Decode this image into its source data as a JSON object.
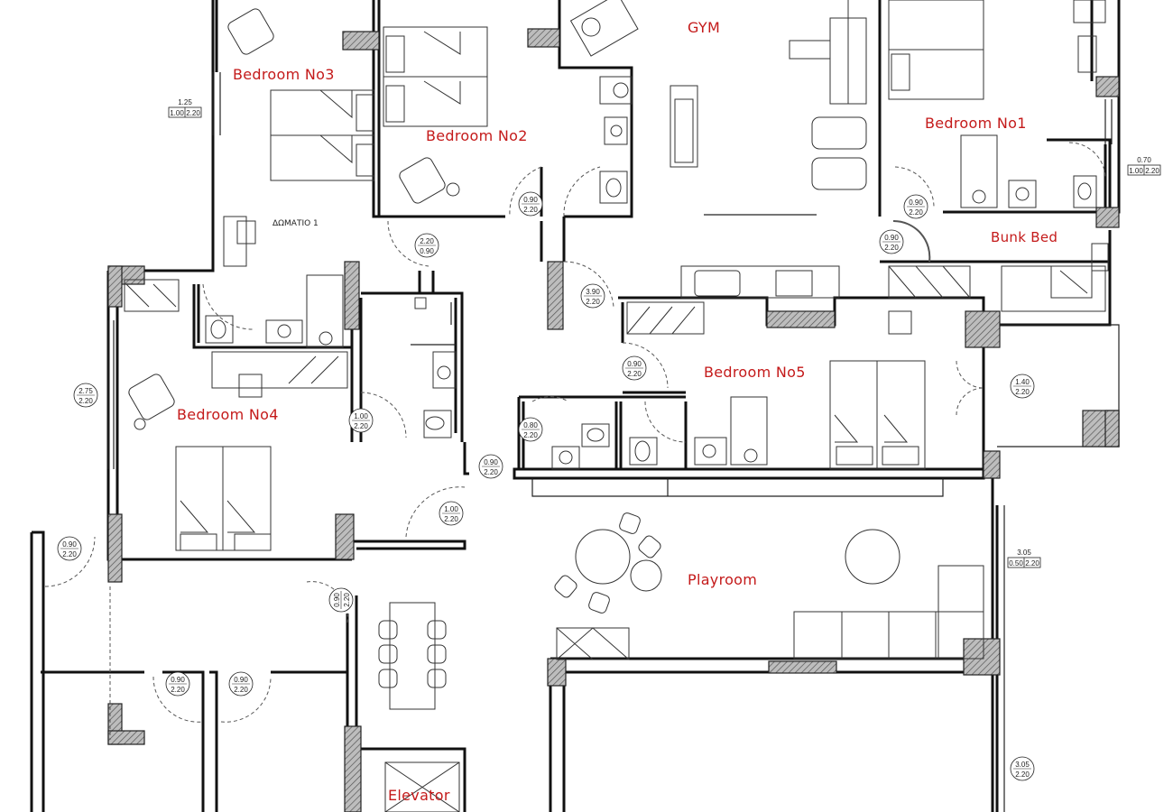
{
  "rooms": {
    "bedroom3": "Bedroom No3",
    "bedroom2": "Bedroom No2",
    "gym": "GYM",
    "bedroom1": "Bedroom No1",
    "bunk_bed": "Bunk Bed",
    "bedroom5": "Bedroom No5",
    "bedroom4": "Bedroom No4",
    "playroom": "Playroom",
    "elevator": "Elevator",
    "greek_room": "ΔΩΜΑΤΙΟ 1"
  },
  "window_tags": {
    "w1": {
      "top": "1.25",
      "bl": "1.00",
      "br": "2.20"
    },
    "w2": {
      "top": "0.70",
      "bl": "1.00",
      "br": "2.20"
    },
    "w3": {
      "top": "3.05",
      "bl": "0.50",
      "br": "2.20"
    }
  },
  "door_tags": {
    "d1": {
      "a": "0.90",
      "b": "2.20"
    },
    "d2": {
      "a": "2.20",
      "b": "0.90"
    },
    "d3": {
      "a": "0.90",
      "b": "2.20"
    },
    "d4": {
      "a": "0.90",
      "b": "2.20"
    },
    "d5": {
      "a": "3.90",
      "b": "2.20"
    },
    "d6": {
      "a": "0.90",
      "b": "2.20"
    },
    "d7": {
      "a": "2.75",
      "b": "2.20"
    },
    "d8": {
      "a": "1.00",
      "b": "2.20"
    },
    "d9": {
      "a": "0.80",
      "b": "2.20"
    },
    "d10": {
      "a": "0.90",
      "b": "2.20"
    },
    "d11": {
      "a": "1.00",
      "b": "2.20"
    },
    "d12": {
      "a": "1.40",
      "b": "2.20"
    },
    "d13": {
      "a": "0.90",
      "b": "2.20"
    },
    "d14": {
      "a": "0.90",
      "b": "2.20"
    },
    "d15": {
      "a": "0.90",
      "b": "2.20"
    },
    "d16": {
      "a": "0.90",
      "b": "2.20"
    },
    "d17": {
      "a": "3.05",
      "b": "2.20"
    }
  }
}
